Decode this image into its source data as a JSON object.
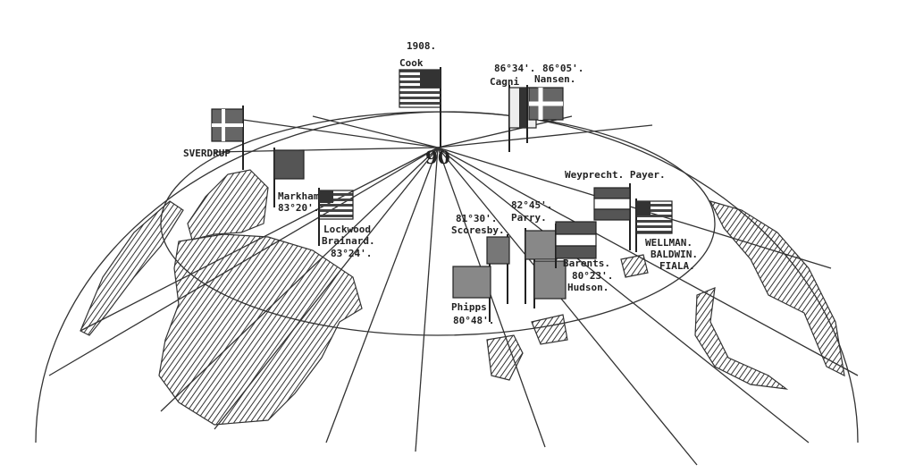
{
  "pole_label": "90",
  "year": "1908.",
  "labels": {
    "cook": "Cook",
    "cagni_lat": "86°34'.",
    "cagni": "Cagni",
    "nansen_lat": "86°05'.",
    "nansen": "Nansen.",
    "sverdrup": "SVERDRUP",
    "markham": "Markham",
    "markham_lat": "83°20'.",
    "lockwood": "Lockwood",
    "brainard": "Brainard.",
    "lockwood_lat": "83°24'.",
    "scoresby_lat": "81°30'.",
    "scoresby": "Scoresby.",
    "parry_lat": "82°45'.",
    "parry": "Parry.",
    "barents": "Barents.",
    "hudson_lat": "80°23'.",
    "hudson": "Hudson.",
    "phipps": "Phipps",
    "phipps_lat": "80°48'.",
    "weyprecht": "Weyprecht. Payer.",
    "wellman": "WELLMAN.",
    "baldwin": "BALDWIN.",
    "fiala": "FIALA."
  },
  "colors": {
    "ink": "#222222",
    "paper": "#ffffff"
  }
}
